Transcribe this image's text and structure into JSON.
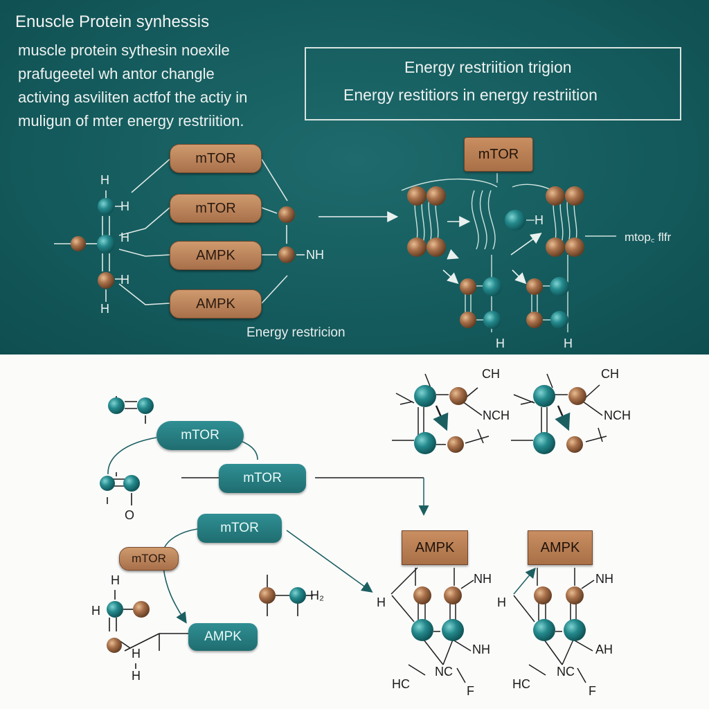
{
  "header": {
    "title": "Enuscle Protein synhessis",
    "intro_lines": [
      "muscle protein sythesin noexile",
      "prafugeetel wh antor changle",
      "activing asviliten actfof the actiy in",
      "muligun of mter energy restriition."
    ]
  },
  "info_box": {
    "line1": "Energy restriition trigion",
    "line2": "Energy restitiors in energy restriition"
  },
  "top_left": {
    "pills": [
      "mTOR",
      "mTOR",
      "AMPK",
      "AMPK"
    ],
    "atom_labels": [
      "H",
      "H",
      "H",
      "H",
      "H",
      "NH"
    ],
    "caption": "Energy restricion"
  },
  "top_right": {
    "box_label": "mTOR",
    "side_label": "mtop꜀ flfr",
    "atom_label_h": "H",
    "bottom_labels": [
      "H",
      "H"
    ]
  },
  "bottom_left": {
    "pills": [
      "mTOR",
      "mTOR",
      "mTOR",
      "AMPK"
    ],
    "brown_pill": "mTOR",
    "atom_labels": [
      "O",
      "H",
      "H",
      "H",
      "H",
      "H₂"
    ]
  },
  "bottom_right": {
    "top_labels": [
      "CH",
      "NCH",
      "CH",
      "NCH"
    ],
    "boxes": [
      "AMPK",
      "AMPK"
    ],
    "left_labels": {
      "h1": "H",
      "h2": "H"
    },
    "nh_labels": [
      "NH",
      "NH"
    ],
    "lower_labels": [
      "NH",
      "AH"
    ],
    "hc_labels": [
      "HC",
      "HC"
    ],
    "nc_labels": [
      "NC",
      "NC"
    ],
    "f_labels": [
      "F",
      "F"
    ]
  },
  "colors": {
    "teal_bg": "#145a5c",
    "teal_atom": "#1f8a8d",
    "brown_atom": "#a8704a",
    "pill_brown": "#b87e55",
    "pill_teal": "#237b7e"
  }
}
